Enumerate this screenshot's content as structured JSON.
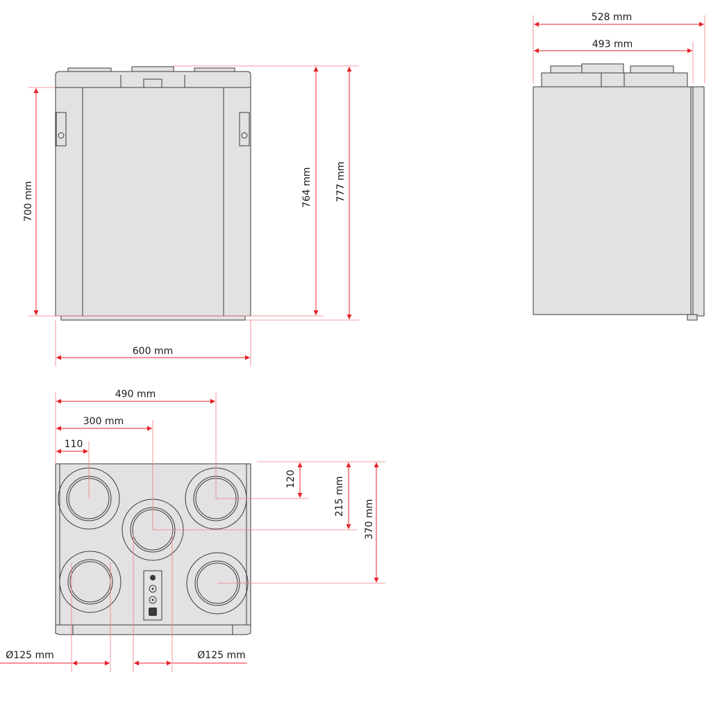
{
  "front_view": {
    "height_body": "700 mm",
    "height_764": "764 mm",
    "height_777": "777 mm",
    "width": "600 mm"
  },
  "side_view": {
    "depth_total": "528 mm",
    "depth_body": "493 mm"
  },
  "bottom_view": {
    "dist_490": "490 mm",
    "dist_300": "300 mm",
    "dist_110": "110",
    "dist_120": "120",
    "dist_215": "215 mm",
    "dist_370": "370 mm",
    "diameter_left": "Ø125 mm",
    "diameter_right": "Ø125 mm"
  },
  "colors": {
    "dimension": "#e8202a",
    "body": "#e3e1e2",
    "outline": "#3a3a3a"
  }
}
